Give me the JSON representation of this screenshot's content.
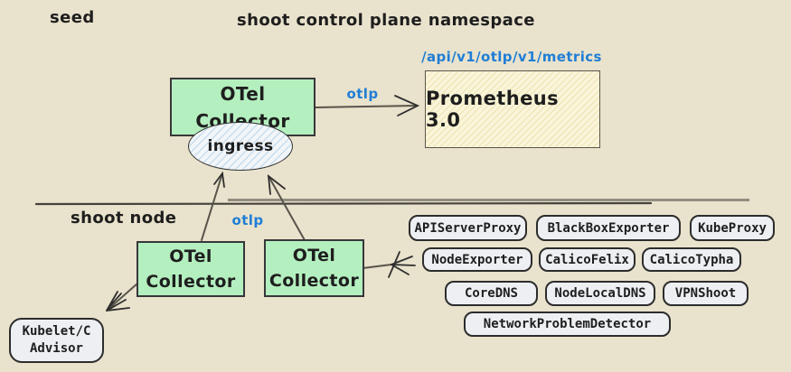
{
  "colors": {
    "bg": "#e9e2cc",
    "ink": "#1e1e1e",
    "green-fill": "#b4efbf",
    "green-border": "#37373a",
    "cream-fill": "#faf5d9",
    "cream-hatch": "#ede2b2",
    "cream-border": "#5b564a",
    "pill-fill": "#edeff3",
    "pill-border": "#2c2c2c",
    "ellipse-fill": "#f2f6f9",
    "ellipse-hatch": "#c9dded",
    "blue": "#1f7ed6",
    "line": "#57544a",
    "divider-gray": "#918e80"
  },
  "labels": {
    "seed": "seed",
    "control_plane": "shoot control plane namespace",
    "shoot_node": "shoot node",
    "otlp_top": "otlp",
    "otlp_bottom": "otlp",
    "metrics_path": "/api/v1/otlp/v1/metrics"
  },
  "nodes": {
    "otel_seed": {
      "label": "OTel Collector"
    },
    "ingress": {
      "label": "ingress"
    },
    "prometheus": {
      "label": "Prometheus 3.0"
    },
    "otel_node_1": {
      "label": "OTel Collector"
    },
    "otel_node_2": {
      "label": "OTel Collector"
    },
    "kubelet": {
      "label": "Kubelet/CAdvisor"
    }
  },
  "services": [
    "APIServerProxy",
    "BlackBoxExporter",
    "KubeProxy",
    "NodeExporter",
    "CalicoFelix",
    "CalicoTypha",
    "CoreDNS",
    "NodeLocalDNS",
    "VPNShoot",
    "NetworkProblemDetector"
  ]
}
